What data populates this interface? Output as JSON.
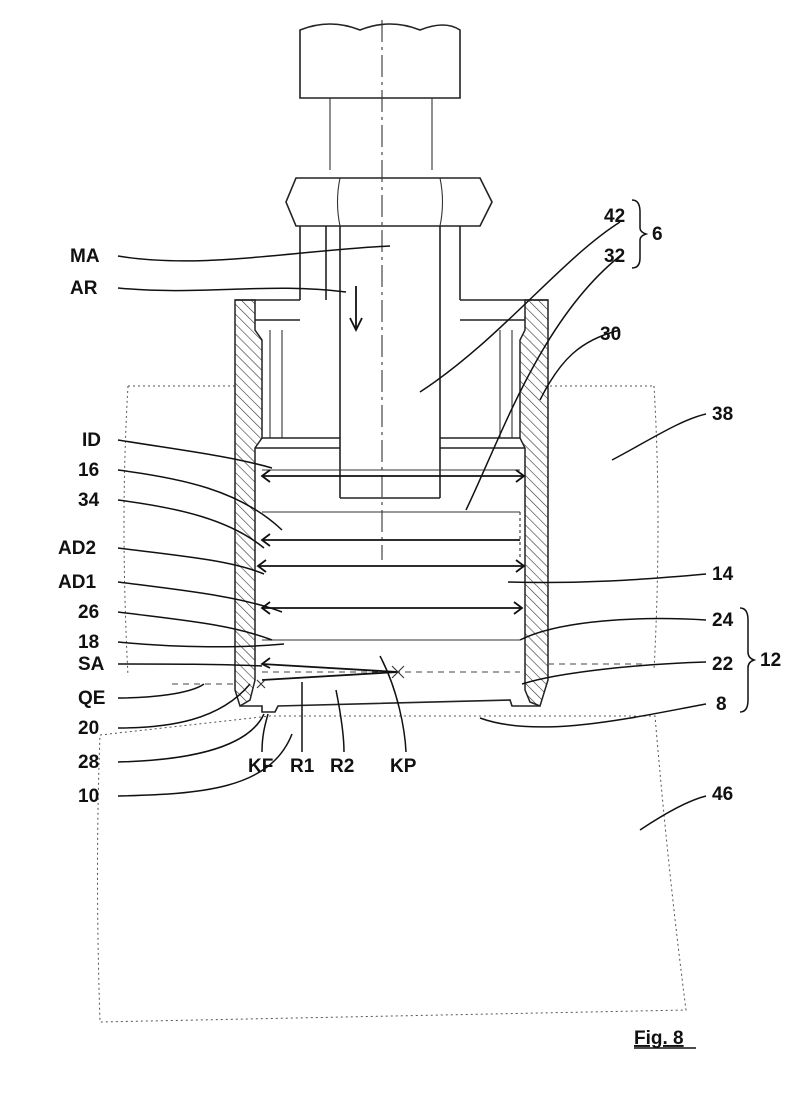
{
  "figure": {
    "caption": "Fig. 8"
  },
  "labels": {
    "l42": "42",
    "l6": "6",
    "l32": "32",
    "l30": "30",
    "l38": "38",
    "MA": "MA",
    "AR": "AR",
    "ID": "ID",
    "l16": "16",
    "l34": "34",
    "AD2": "AD2",
    "AD1": "AD1",
    "l26": "26",
    "l18": "18",
    "SA": "SA",
    "QE": "QE",
    "l20": "20",
    "l28": "28",
    "l10": "10",
    "KF": "KF",
    "R1": "R1",
    "R2": "R2",
    "KP": "KP",
    "l14": "14",
    "l24": "24",
    "l22": "22",
    "l12": "12",
    "l8": "8",
    "l46": "46"
  }
}
